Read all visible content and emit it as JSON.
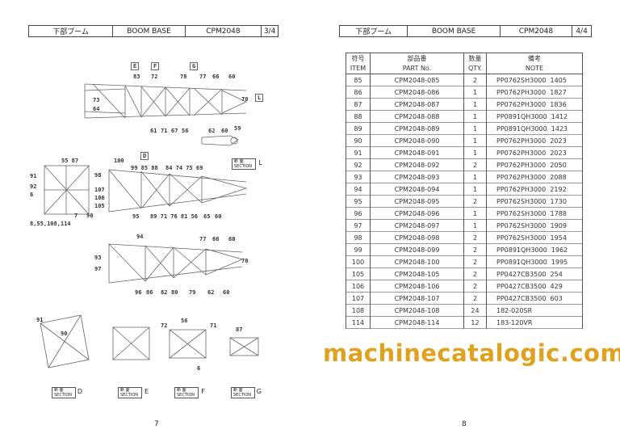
{
  "left_page": {
    "header": {
      "jp_title": "下部ブーム",
      "title": "BOOM BASE",
      "model": "CPM2048",
      "page": "3/4"
    },
    "callouts": [
      "83",
      "72",
      "78",
      "77",
      "66",
      "60",
      "73",
      "64",
      "70",
      "61",
      "71",
      "67",
      "56",
      "62",
      "60",
      "59",
      "55 87",
      "100",
      "99 85 88",
      "84 74 75 69",
      "91",
      "98",
      "92",
      "6",
      "107",
      "106",
      "105",
      "7",
      "90",
      "8,55,108,114",
      "95",
      "89 71 76 81 56",
      "65",
      "60",
      "94",
      "77",
      "66",
      "60",
      "93",
      "70",
      "97",
      "96",
      "86",
      "82",
      "80",
      "79",
      "62",
      "60",
      "91",
      "90",
      "72",
      "56",
      "71",
      "87",
      "6"
    ],
    "flags": [
      "E",
      "F",
      "G",
      "L",
      "D"
    ],
    "sections": [
      {
        "jp": "断 面",
        "en": "SECTION",
        "id": "L"
      },
      {
        "jp": "断 面",
        "en": "SECTION",
        "id": "D"
      },
      {
        "jp": "断 面",
        "en": "SECTION",
        "id": "E"
      },
      {
        "jp": "断 面",
        "en": "SECTION",
        "id": "F"
      },
      {
        "jp": "断 面",
        "en": "SECTION",
        "id": "G"
      }
    ],
    "page_number": "7"
  },
  "right_page": {
    "header": {
      "jp_title": "下部ブーム",
      "title": "BOOM BASE",
      "model": "CPM2048",
      "page": "4/4"
    },
    "table": {
      "headers_jp": [
        "符号",
        "部品番",
        "数量",
        "備考"
      ],
      "headers": [
        "ITEM",
        "PART No.",
        "QTY.",
        "NOTE"
      ],
      "rows": [
        [
          "85",
          "CPM2048-085",
          "2",
          "PP0762SH3000  1405"
        ],
        [
          "86",
          "CPM2048-086",
          "1",
          "PP0762PH3000  1827"
        ],
        [
          "87",
          "CPM2048-087",
          "1",
          "PP0762PH3000  1836"
        ],
        [
          "88",
          "CPM2048-088",
          "1",
          "PP0891QH3000  1412"
        ],
        [
          "89",
          "CPM2048-089",
          "1",
          "PP0891QH3000  1423"
        ],
        [
          "90",
          "CPM2048-090",
          "1",
          "PP0762PH3000  2023"
        ],
        [
          "91",
          "CPM2048-091",
          "1",
          "PP0762PH3000  2023"
        ],
        [
          "92",
          "CPM2048-092",
          "2",
          "PP0762PH3000  2050"
        ],
        [
          "93",
          "CPM2048-093",
          "1",
          "PP0762PH3000  2088"
        ],
        [
          "94",
          "CPM2048-094",
          "1",
          "PP0762PH3000  2192"
        ],
        [
          "95",
          "CPM2048-095",
          "2",
          "PP0762SH3000  1730"
        ],
        [
          "96",
          "CPM2048-096",
          "1",
          "PP0762SH3000  1788"
        ],
        [
          "97",
          "CPM2048-097",
          "1",
          "PP0762SH3000  1909"
        ],
        [
          "98",
          "CPM2048-098",
          "2",
          "PP0762SH3000  1954"
        ],
        [
          "99",
          "CPM2048-099",
          "2",
          "PP0891QH3000  1962"
        ],
        [
          "100",
          "CPM2048-100",
          "2",
          "PP0891QH3000  1995"
        ],
        [
          "105",
          "CPM2048-105",
          "2",
          "PP0427CB3500  254"
        ],
        [
          "106",
          "CPM2048-106",
          "2",
          "PP0427CB3500  429"
        ],
        [
          "107",
          "CPM2048-107",
          "2",
          "PP0427CB3500  603"
        ],
        [
          "108",
          "CPM2048-108",
          "24",
          "182-020SR"
        ],
        [
          "114",
          "CPM2048-114",
          "12",
          "183-120VR"
        ]
      ]
    },
    "page_number": "8"
  },
  "watermark": "machinecatalogic.com",
  "colors": {
    "watermark": "#e0a21c",
    "line": "#555555"
  }
}
